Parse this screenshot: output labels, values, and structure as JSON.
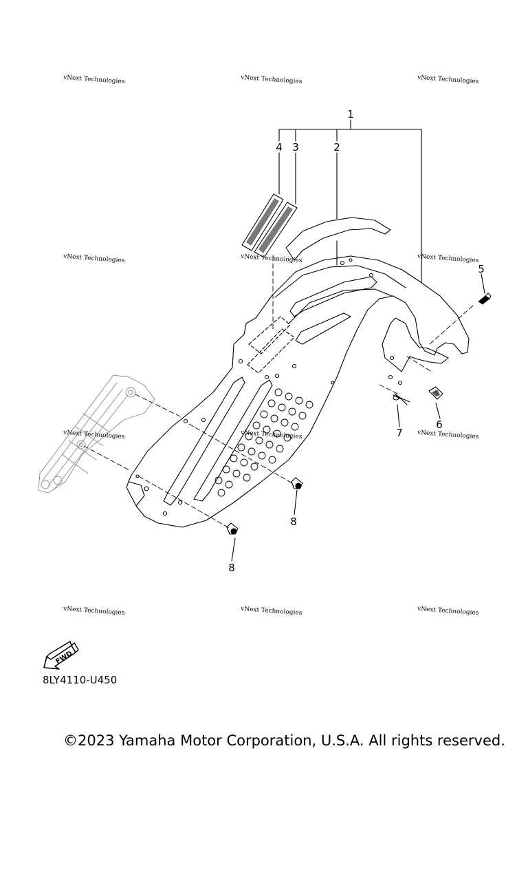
{
  "callouts": [
    "1",
    "2",
    "3",
    "4",
    "5",
    "6",
    "7",
    "8",
    "8"
  ],
  "watermark": {
    "text": "vNext Technologies"
  },
  "fwd_label": "FWD",
  "diagram_code": "8LY4110-U450",
  "copyright": "©2023 Yamaha Motor Corporation, U.S.A. All rights reserved.",
  "icons": {
    "fwd": "fwd-arrow-icon"
  }
}
